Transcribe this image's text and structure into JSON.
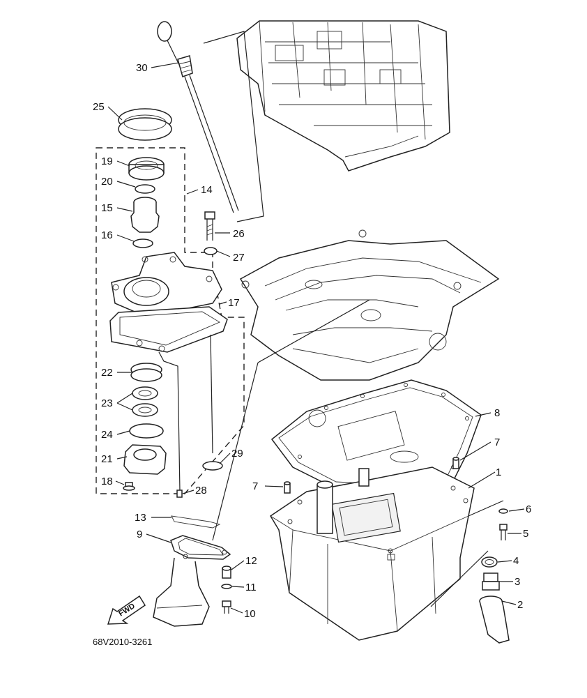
{
  "diagram": {
    "part_code": "68V2010-3261",
    "fwd_label": "FWD",
    "callouts": {
      "c1": "1",
      "c2": "2",
      "c3": "3",
      "c4": "4",
      "c5": "5",
      "c6": "6",
      "c7a": "7",
      "c7b": "7",
      "c8": "8",
      "c9": "9",
      "c10": "10",
      "c11": "11",
      "c12": "12",
      "c13": "13",
      "c14": "14",
      "c15": "15",
      "c16": "16",
      "c17": "17",
      "c18": "18",
      "c19": "19",
      "c20": "20",
      "c21": "21",
      "c22": "22",
      "c23": "23",
      "c24": "24",
      "c25": "25",
      "c26": "26",
      "c27": "27",
      "c28": "28",
      "c29": "29",
      "c30": "30"
    }
  }
}
